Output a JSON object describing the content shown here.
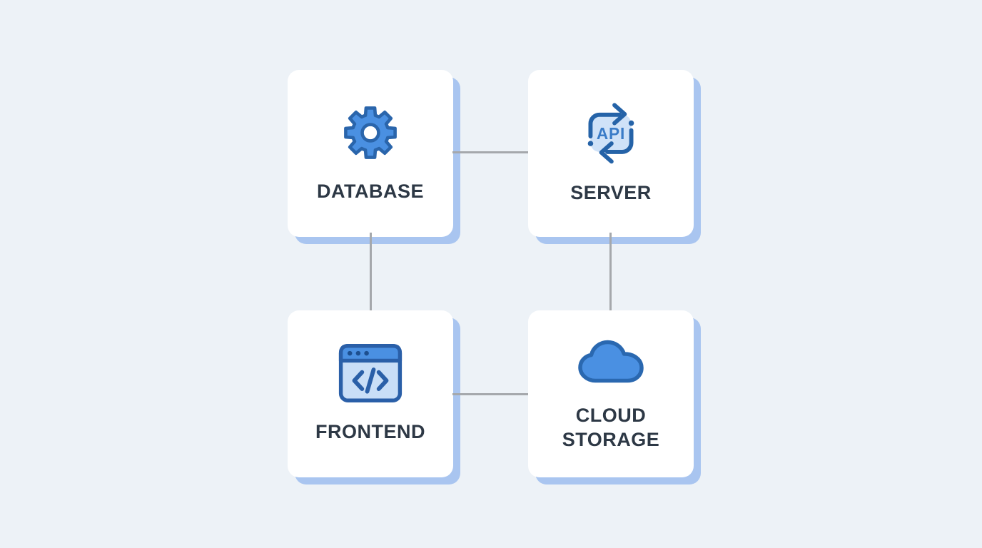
{
  "background": "#edf2f7",
  "palette": {
    "background": "#edf2f7",
    "card_bg": "#ffffff",
    "card_shadow": "#a9c5f0",
    "connector": "#a5a8ac",
    "label_color": "#2d3845",
    "icon_blue": "#4a90e2",
    "icon_dark_blue": "#2a65ab",
    "icon_light_blue": "#cfe2f8",
    "icon_text_blue": "#3a7cc8"
  },
  "diagram": {
    "title": "",
    "nodes": [
      {
        "id": "database",
        "label": "DATABASE",
        "icon": "gear-icon",
        "position": "top-left"
      },
      {
        "id": "server",
        "label": "SERVER",
        "icon": "api-sync-icon",
        "position": "top-right"
      },
      {
        "id": "frontend",
        "label": "FRONTEND",
        "icon": "browser-code-icon",
        "position": "bottom-left"
      },
      {
        "id": "cloud-storage",
        "label": "CLOUD STORAGE",
        "icon": "cloud-icon",
        "position": "bottom-right"
      }
    ],
    "icon_texts": {
      "api": "API"
    },
    "connections": [
      {
        "from": "database",
        "to": "server",
        "style": "horizontal-line"
      },
      {
        "from": "database",
        "to": "frontend",
        "style": "vertical-line"
      },
      {
        "from": "server",
        "to": "cloud-storage",
        "style": "vertical-line"
      },
      {
        "from": "frontend",
        "to": "cloud-storage",
        "style": "horizontal-line"
      }
    ]
  }
}
